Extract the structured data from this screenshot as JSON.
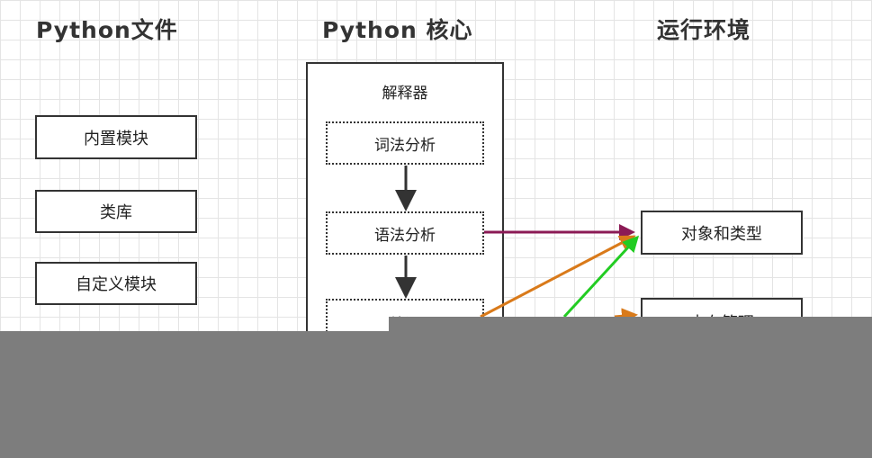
{
  "headings": {
    "python_files": "Python文件",
    "python_core": "Python 核心",
    "runtime": "运行环境"
  },
  "files": {
    "builtin_modules": "内置模块",
    "libraries": "类库",
    "custom_modules": "自定义模块"
  },
  "core": {
    "interpreter": "解释器",
    "lexical_analysis": "词法分析",
    "syntax_analysis": "语法分析",
    "compile_partial": "编译"
  },
  "runtime": {
    "objects_types": "对象和类型",
    "memory_partial": "内存管理"
  },
  "colors": {
    "grid": "#e4e4e4",
    "box_border": "#333333",
    "arrow_dark": "#333333",
    "arrow_purple": "#8b1a55",
    "arrow_orange": "#d97a1a",
    "arrow_green": "#22cc22",
    "overlay": "#7d7d7d"
  }
}
